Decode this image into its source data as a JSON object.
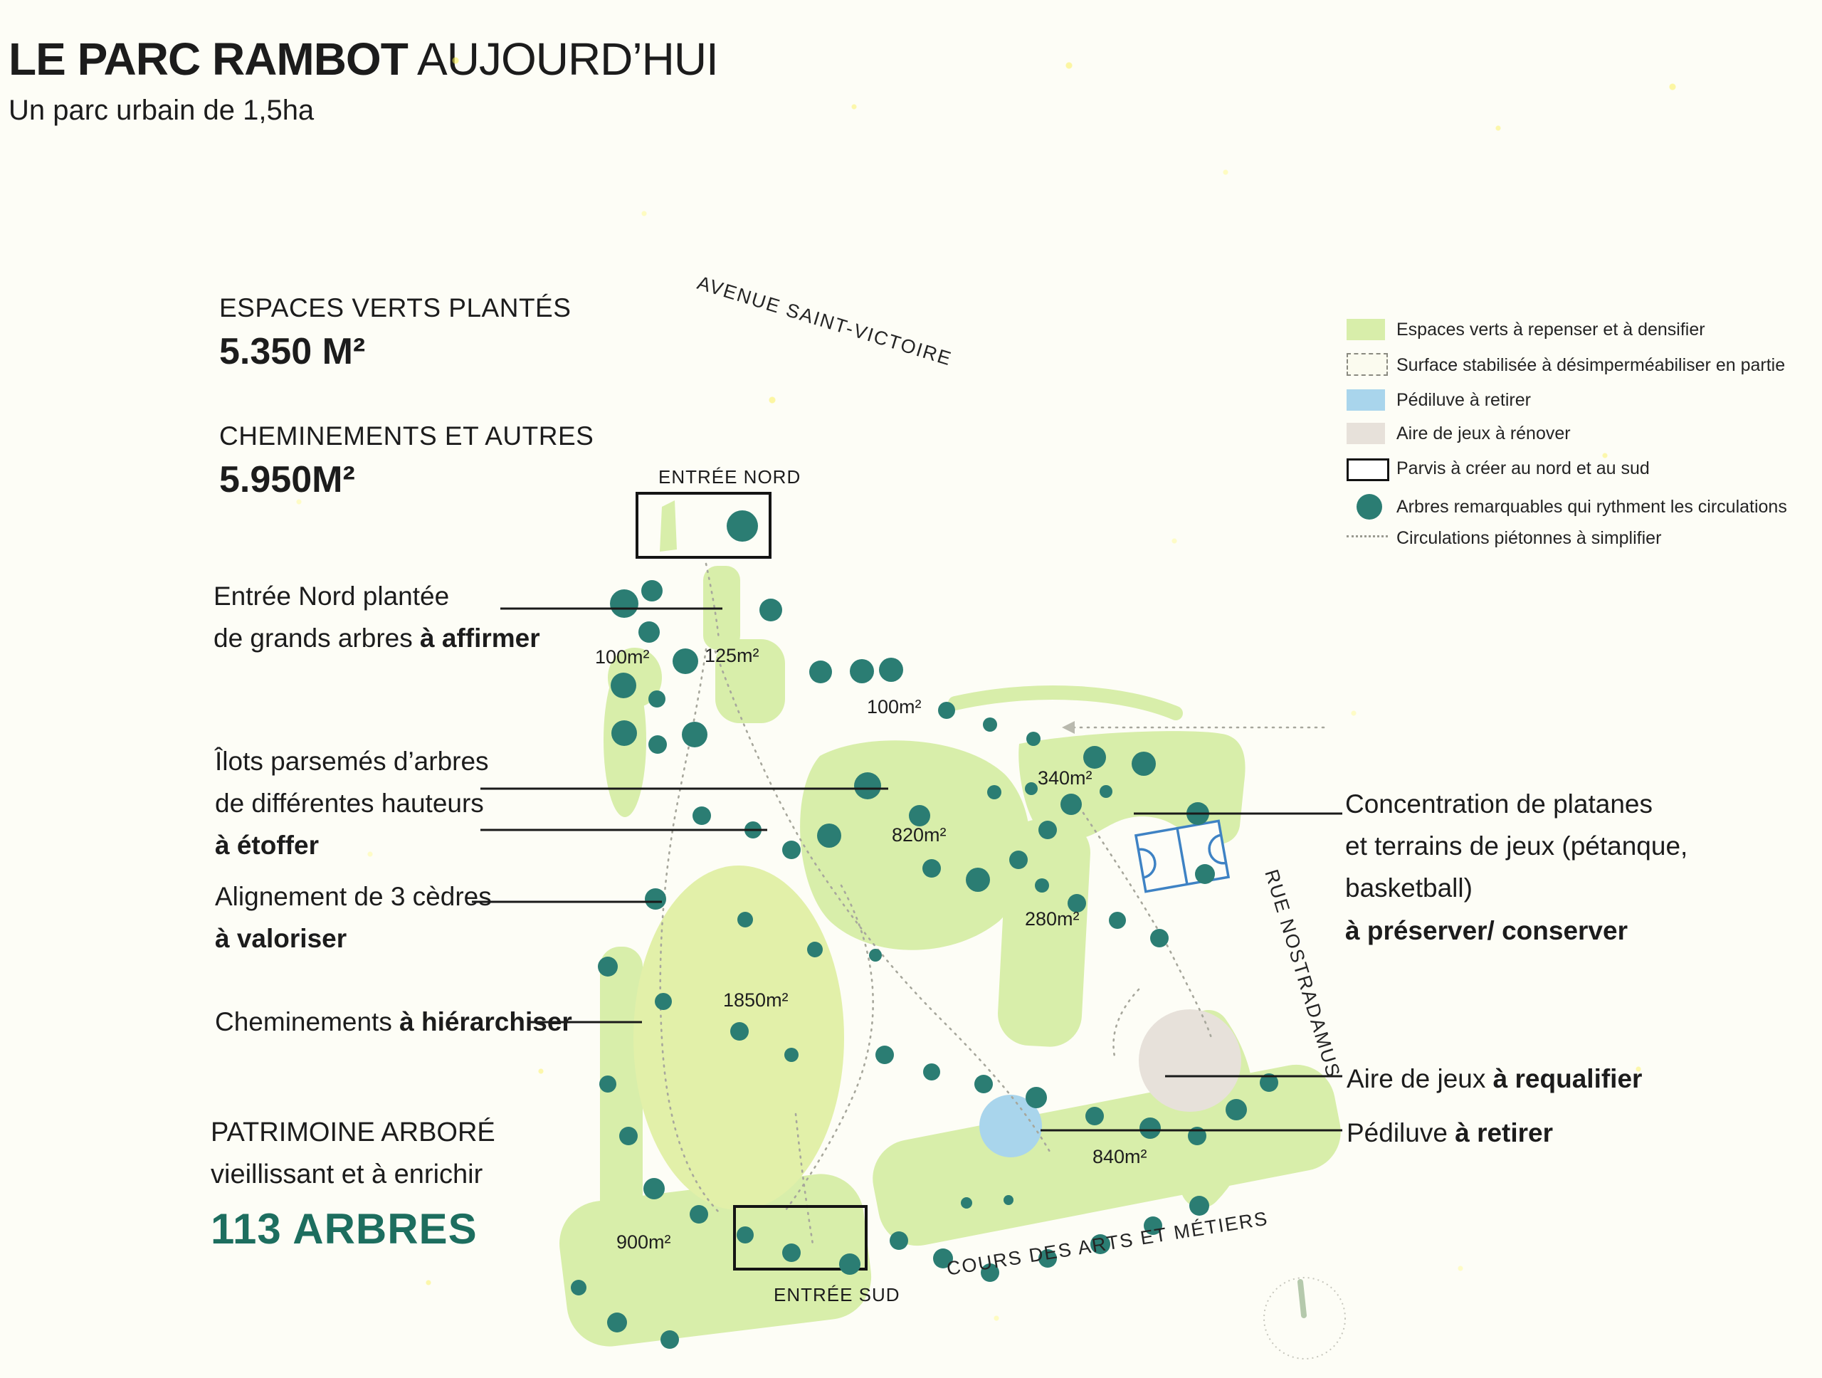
{
  "header": {
    "title_bold": "LE PARC RAMBOT",
    "title_light": " AUJOURD’HUI",
    "subtitle": "Un parc urbain de 1,5ha"
  },
  "stats": [
    {
      "label": "ESPACES VERTS PLANTÉS",
      "value": "5.350 M²"
    },
    {
      "label": "CHEMINEMENTS ET AUTRES",
      "value": "5.950M²"
    }
  ],
  "annotations": {
    "entree_nord": {
      "text": "Entrée Nord plantée\nde grands arbres ",
      "bold": "à affirmer"
    },
    "ilots": {
      "text": "Îlots parsemés d’arbres\nde différentes hauteurs\n",
      "bold": "à étoffer"
    },
    "alignement": {
      "text": "Alignement de 3 cèdres\n",
      "bold": "à valoriser"
    },
    "cheminements": {
      "text": "Cheminements ",
      "bold": "à hiérarchiser"
    },
    "concentration": {
      "text": "Concentration de platanes\net terrains de jeux (pétanque, basketball)\n",
      "bold": "à préserver/ conserver"
    },
    "aire_jeux": {
      "text": "Aire de jeux ",
      "bold": "à requalifier"
    },
    "pediluve": {
      "text": "Pédiluve ",
      "bold": "à retirer"
    },
    "patrimoine": {
      "line1": "PATRIMOINE ARBORÉ",
      "line2": "vieillissant et à enrichir",
      "count": "113 ARBRES"
    }
  },
  "legend": {
    "items": [
      {
        "type": "green",
        "label": "Espaces verts à repenser et à densifier"
      },
      {
        "type": "stabilized",
        "label": "Surface stabilisée à désimperméabiliser en partie"
      },
      {
        "type": "blue",
        "label": "Pédiluve à retirer"
      },
      {
        "type": "playground",
        "label": "Aire de jeux à rénover"
      },
      {
        "type": "parvis",
        "label": "Parvis à créer au nord et au sud"
      },
      {
        "type": "tree",
        "label": "Arbres remarquables qui rythment les circulations"
      },
      {
        "type": "dotted",
        "label": "Circulations piétonnes à simplifier"
      }
    ]
  },
  "map": {
    "streets": {
      "avenue": "AVENUE SAINT-VICTOIRE",
      "rue": "RUE NOSTRADAMUS",
      "cours": "COURS DES ARTS ET MÉTIERS"
    },
    "entrances": {
      "north": "ENTRÉE NORD",
      "south": "ENTRÉE SUD"
    },
    "area_labels": [
      "100m²",
      "125m²",
      "100m²",
      "340m²",
      "820m²",
      "280m²",
      "1850m²",
      "840m²",
      "900m²"
    ],
    "trees": [
      [
        877,
        848,
        20
      ],
      [
        916,
        830,
        15
      ],
      [
        912,
        888,
        15
      ],
      [
        1083,
        857,
        16
      ],
      [
        1043,
        739,
        22
      ],
      [
        876,
        963,
        18
      ],
      [
        923,
        982,
        12
      ],
      [
        877,
        1030,
        18
      ],
      [
        924,
        1046,
        13
      ],
      [
        963,
        929,
        18
      ],
      [
        976,
        1032,
        18
      ],
      [
        1153,
        944,
        16
      ],
      [
        1211,
        943,
        17
      ],
      [
        1252,
        941,
        17
      ],
      [
        1330,
        998,
        12
      ],
      [
        1391,
        1018,
        10
      ],
      [
        1452,
        1038,
        10
      ],
      [
        1449,
        1108,
        9
      ],
      [
        1538,
        1064,
        16
      ],
      [
        1607,
        1073,
        17
      ],
      [
        1683,
        1143,
        16
      ],
      [
        1693,
        1228,
        14
      ],
      [
        1397,
        1113,
        10
      ],
      [
        1219,
        1104,
        19
      ],
      [
        1292,
        1146,
        15
      ],
      [
        1165,
        1174,
        17
      ],
      [
        1112,
        1194,
        13
      ],
      [
        986,
        1146,
        13
      ],
      [
        1058,
        1166,
        12
      ],
      [
        921,
        1263,
        15
      ],
      [
        854,
        1358,
        14
      ],
      [
        1309,
        1220,
        13
      ],
      [
        1374,
        1236,
        17
      ],
      [
        1431,
        1208,
        13
      ],
      [
        1472,
        1166,
        13
      ],
      [
        1505,
        1130,
        15
      ],
      [
        1554,
        1112,
        9
      ],
      [
        1464,
        1244,
        10
      ],
      [
        1513,
        1269,
        13
      ],
      [
        1570,
        1293,
        12
      ],
      [
        1629,
        1318,
        13
      ],
      [
        1047,
        1292,
        11
      ],
      [
        1145,
        1334,
        11
      ],
      [
        1230,
        1342,
        9
      ],
      [
        932,
        1407,
        12
      ],
      [
        1039,
        1449,
        13
      ],
      [
        1112,
        1482,
        10
      ],
      [
        1243,
        1482,
        13
      ],
      [
        1309,
        1506,
        12
      ],
      [
        1382,
        1523,
        13
      ],
      [
        1456,
        1542,
        15
      ],
      [
        1538,
        1568,
        13
      ],
      [
        1616,
        1585,
        15
      ],
      [
        1682,
        1596,
        13
      ],
      [
        1737,
        1559,
        15
      ],
      [
        1783,
        1521,
        13
      ],
      [
        854,
        1523,
        12
      ],
      [
        883,
        1596,
        13
      ],
      [
        919,
        1670,
        15
      ],
      [
        982,
        1706,
        13
      ],
      [
        1047,
        1735,
        12
      ],
      [
        1112,
        1760,
        13
      ],
      [
        1194,
        1776,
        15
      ],
      [
        1263,
        1743,
        13
      ],
      [
        1325,
        1768,
        14
      ],
      [
        1391,
        1788,
        13
      ],
      [
        1472,
        1768,
        13
      ],
      [
        1546,
        1748,
        14
      ],
      [
        1620,
        1722,
        13
      ],
      [
        1685,
        1694,
        14
      ],
      [
        813,
        1809,
        11
      ],
      [
        867,
        1858,
        14
      ],
      [
        941,
        1882,
        13
      ],
      [
        1358,
        1690,
        8
      ],
      [
        1417,
        1686,
        7
      ]
    ]
  },
  "colors": {
    "ink": "#1c1c1c",
    "tree": "#2b7d73",
    "green-area": "#d8eeaa",
    "green-area-2": "#e2f0a9",
    "pediluve": "#a9d5ec",
    "playground": "#e7e1da",
    "court": "#3e82c4",
    "count-green": "#1d6e5f",
    "dots": "#a7a79c",
    "leader": "#1a1a1a"
  }
}
